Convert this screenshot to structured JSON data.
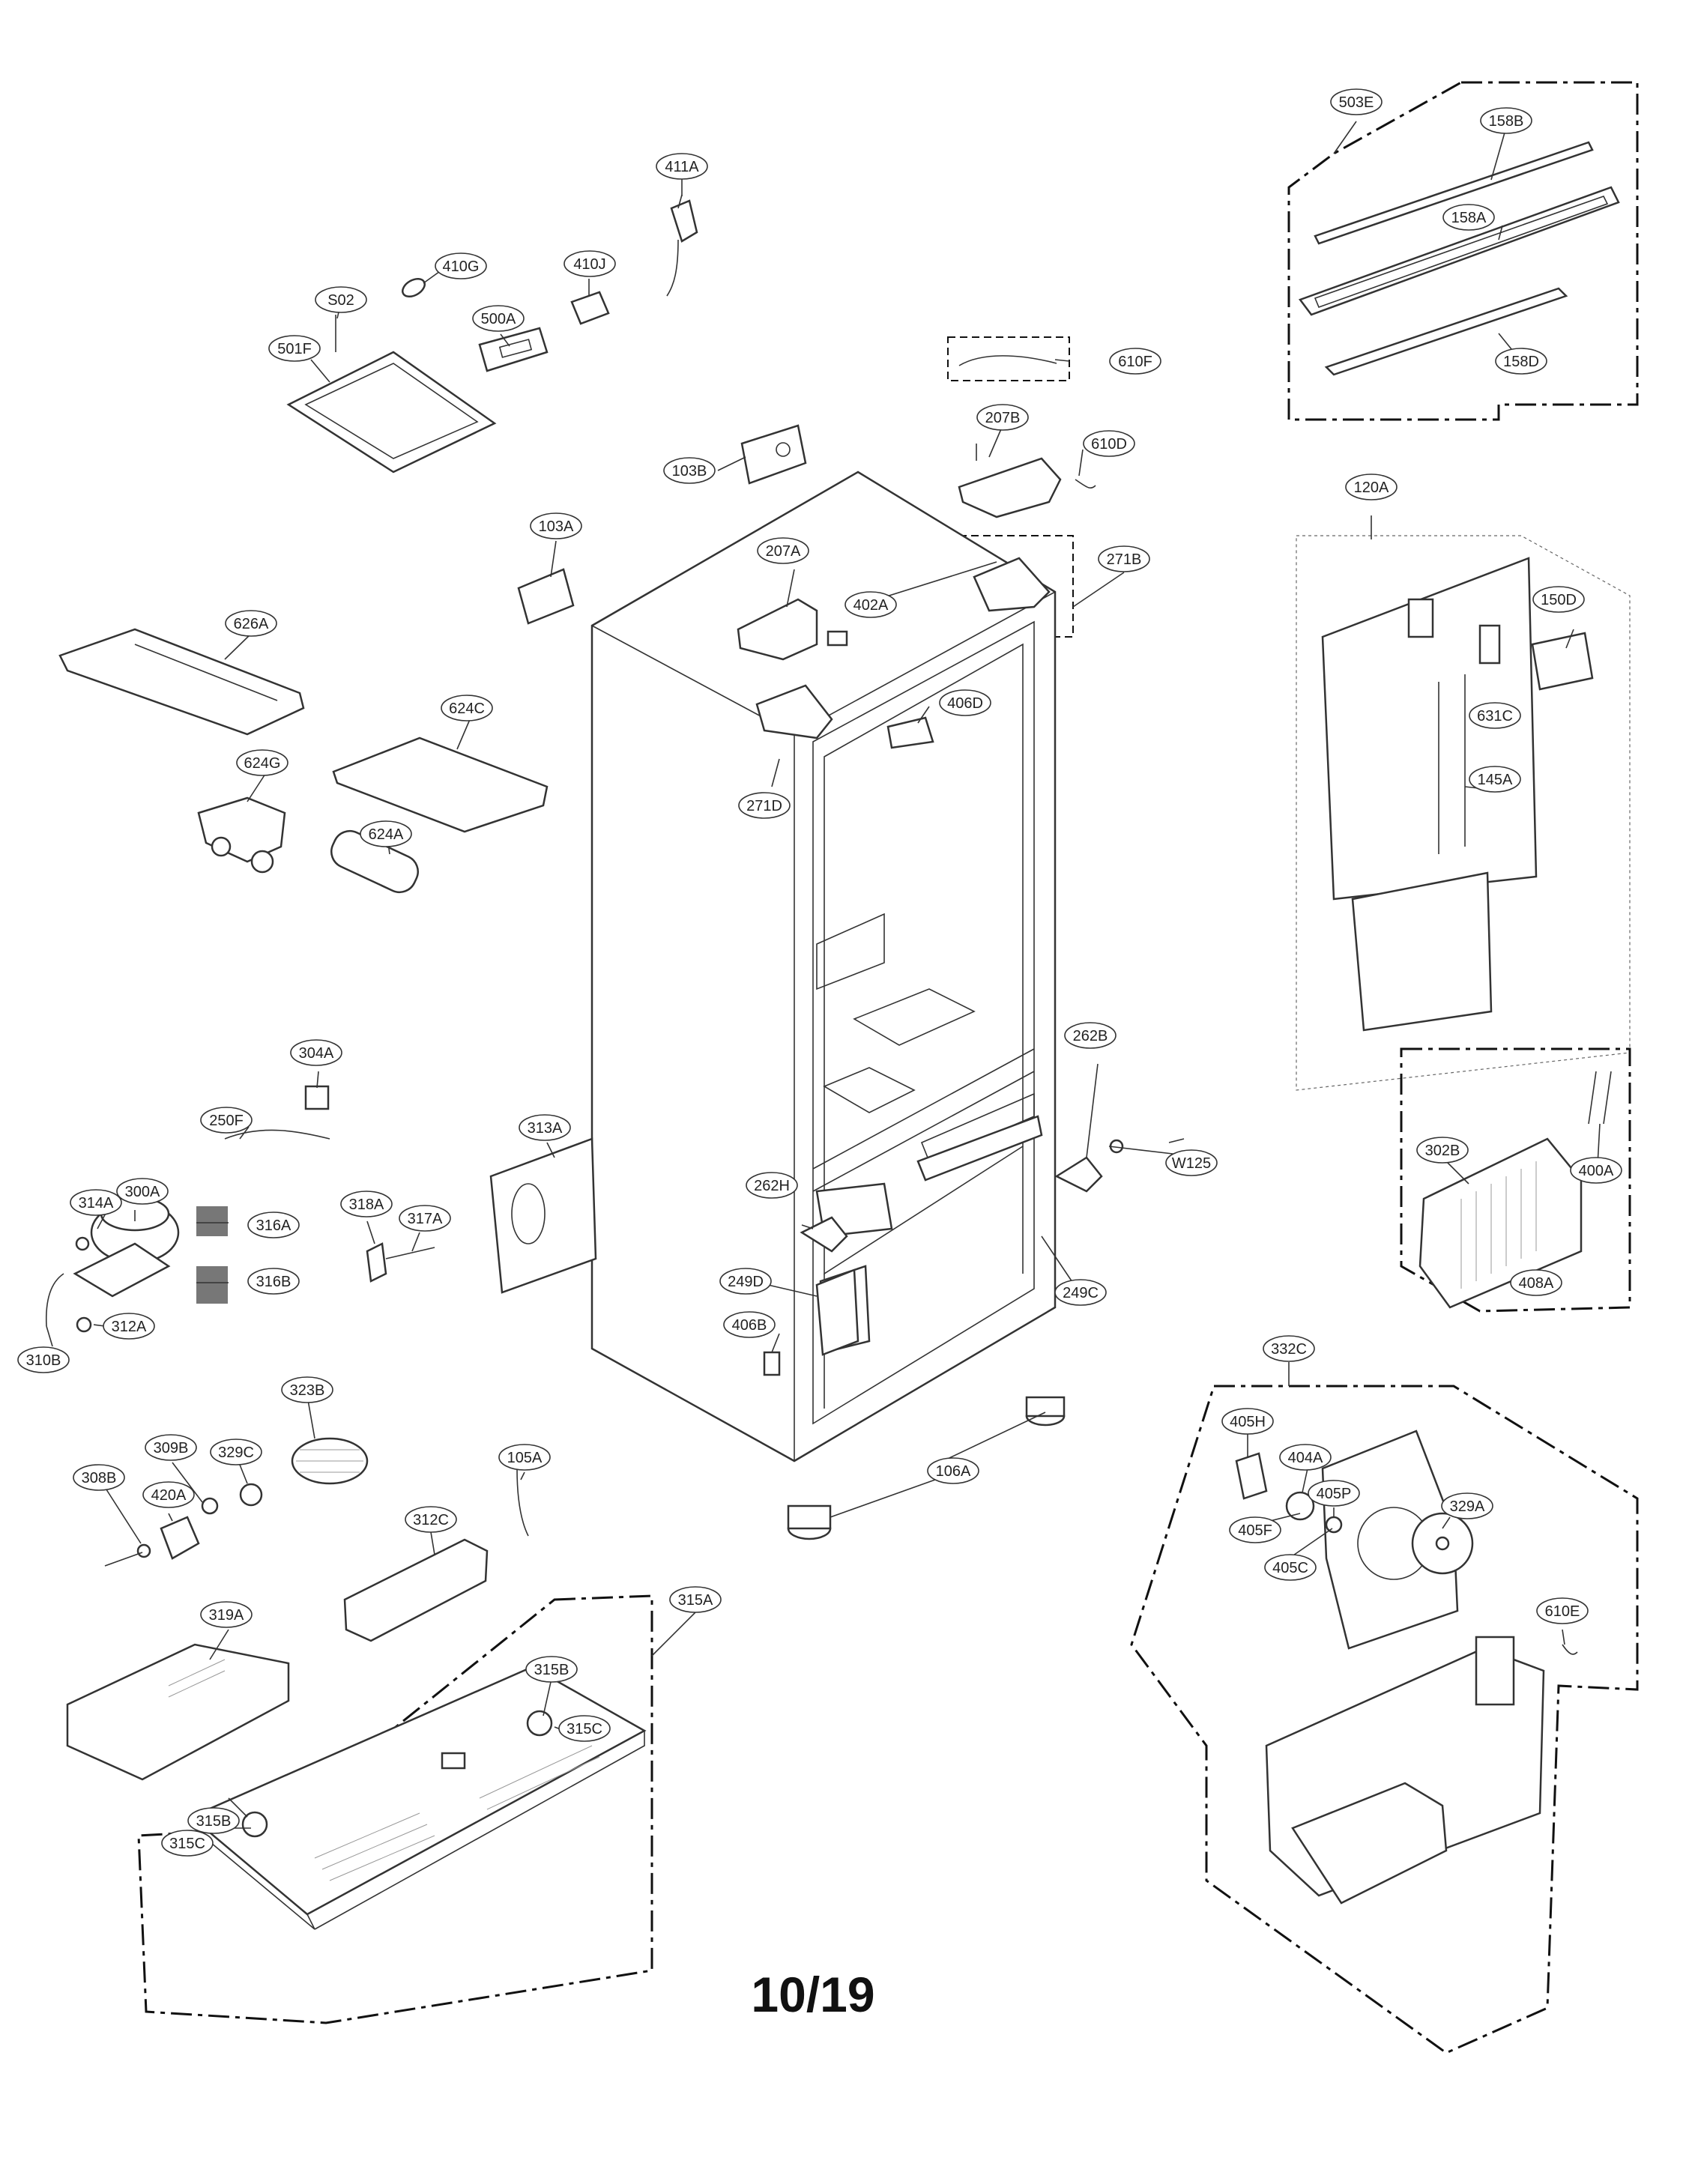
{
  "page_number": "10/19",
  "part_labels": [
    "411A",
    "410G",
    "410J",
    "S02",
    "500A",
    "501F",
    "103B",
    "610F",
    "610D",
    "207B",
    "503E",
    "158B",
    "158A",
    "158D",
    "103A",
    "207A",
    "402A",
    "271B",
    "120A",
    "150D",
    "631C",
    "145A",
    "626A",
    "624C",
    "406D",
    "271D",
    "624G",
    "624A",
    "262B",
    "302B",
    "400A",
    "408A",
    "304A",
    "250F",
    "313A",
    "W125",
    "262H",
    "314A",
    "300A",
    "316A",
    "316B",
    "318A",
    "317A",
    "310B",
    "312A",
    "249D",
    "249C",
    "406B",
    "332C",
    "323B",
    "405H",
    "404A",
    "309B",
    "329C",
    "308B",
    "420A",
    "105A",
    "106A",
    "405P",
    "405F",
    "405C",
    "329A",
    "312C",
    "319A",
    "315A",
    "315B",
    "315C",
    "610E"
  ]
}
